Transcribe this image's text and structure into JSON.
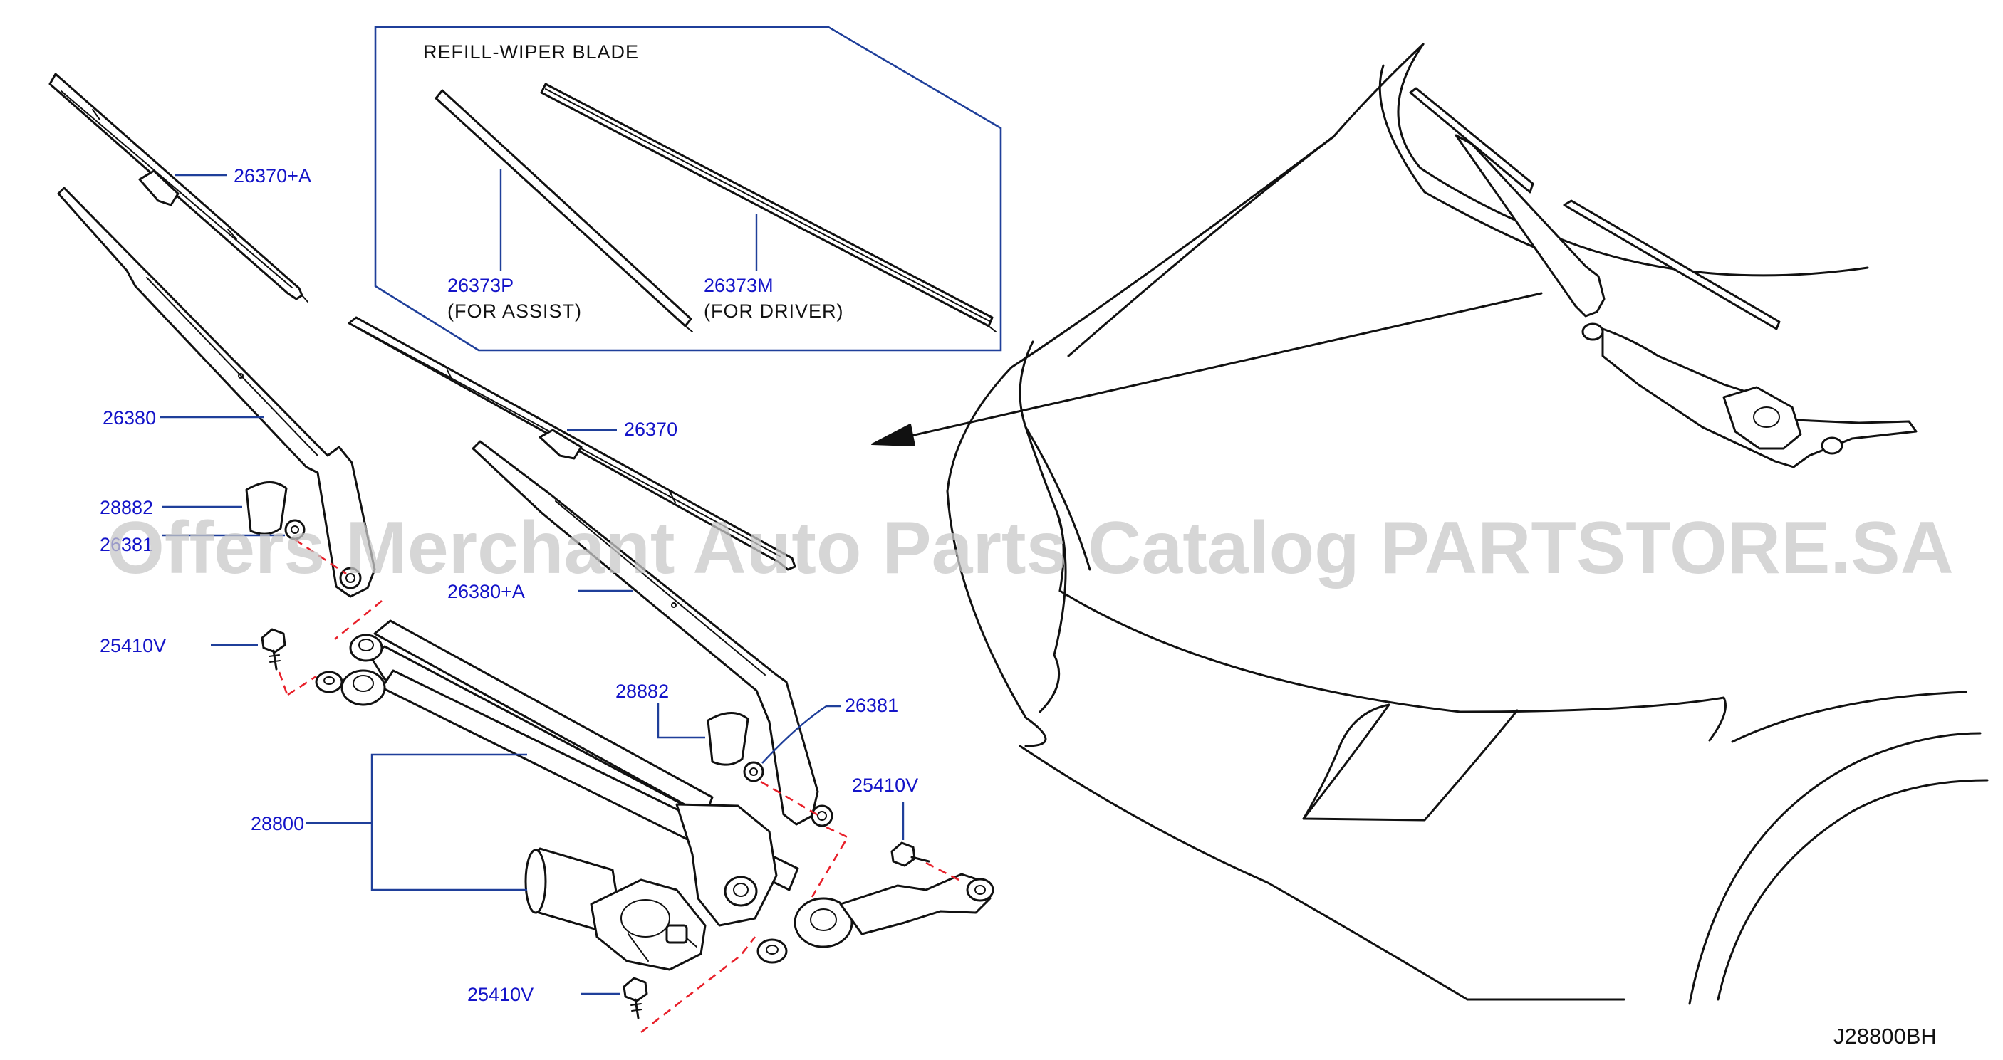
{
  "inset": {
    "title": "REFILL-WIPER  BLADE",
    "refill_assist": {
      "part": "26373P",
      "note": "(FOR   ASSIST)"
    },
    "refill_driver": {
      "part": "26373M",
      "note": "(FOR   DRIVER)"
    }
  },
  "labels": {
    "blade_assist": "26370+A",
    "arm_assist": "26380",
    "cap_assist": "28882",
    "nut_assist": "26381",
    "bolt_left": "25410V",
    "blade_driver": "26370",
    "arm_driver": "26380+A",
    "cap_driver": "28882",
    "nut_driver": "26381",
    "linkage_assembly": "28800",
    "bolt_right": "25410V",
    "bolt_bottom": "25410V"
  },
  "diagram_code": "J28800BH",
  "watermark": "Offers Merchant Auto Parts Catalog PARTSTORE.SA",
  "colors": {
    "label_blue": "#1414c8",
    "leader_blue": "#1f3f9a",
    "dashed_red": "#e8202a",
    "line_black": "#111111"
  }
}
